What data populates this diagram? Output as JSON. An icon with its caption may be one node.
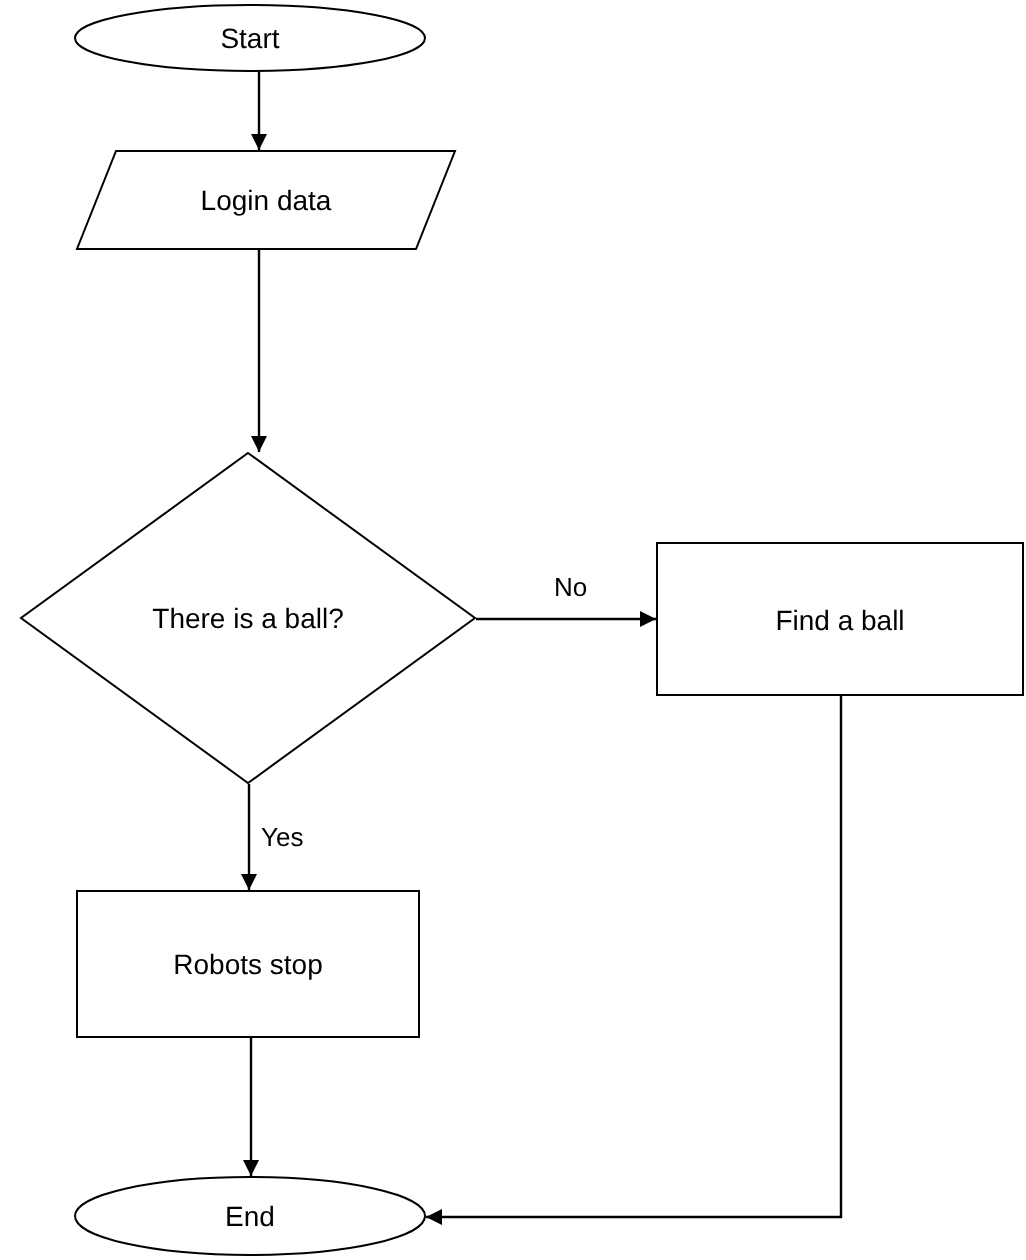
{
  "diagram": {
    "nodes": [
      {
        "text": [
          "Start"
        ]
      },
      {
        "text": [
          "Login data"
        ]
      },
      {
        "text": [
          "There is a ball?"
        ]
      },
      {
        "text": [
          "Find a ball"
        ]
      },
      {
        "text": [
          "Robots stop"
        ]
      },
      {
        "text": [
          "End"
        ]
      }
    ],
    "edges": [
      {
        "from": 0,
        "to": 1,
        "arrow": "to"
      },
      {
        "from": 1,
        "to": 2,
        "arrow": "to"
      },
      {
        "from": 2,
        "to": 3,
        "label": "No",
        "arrow": "to"
      },
      {
        "from": 2,
        "to": 4,
        "label": "Yes",
        "arrow": "to"
      },
      {
        "from": 3,
        "to": 5,
        "arrow": "to"
      },
      {
        "from": 4,
        "to": 5,
        "arrow": "to"
      }
    ]
  }
}
